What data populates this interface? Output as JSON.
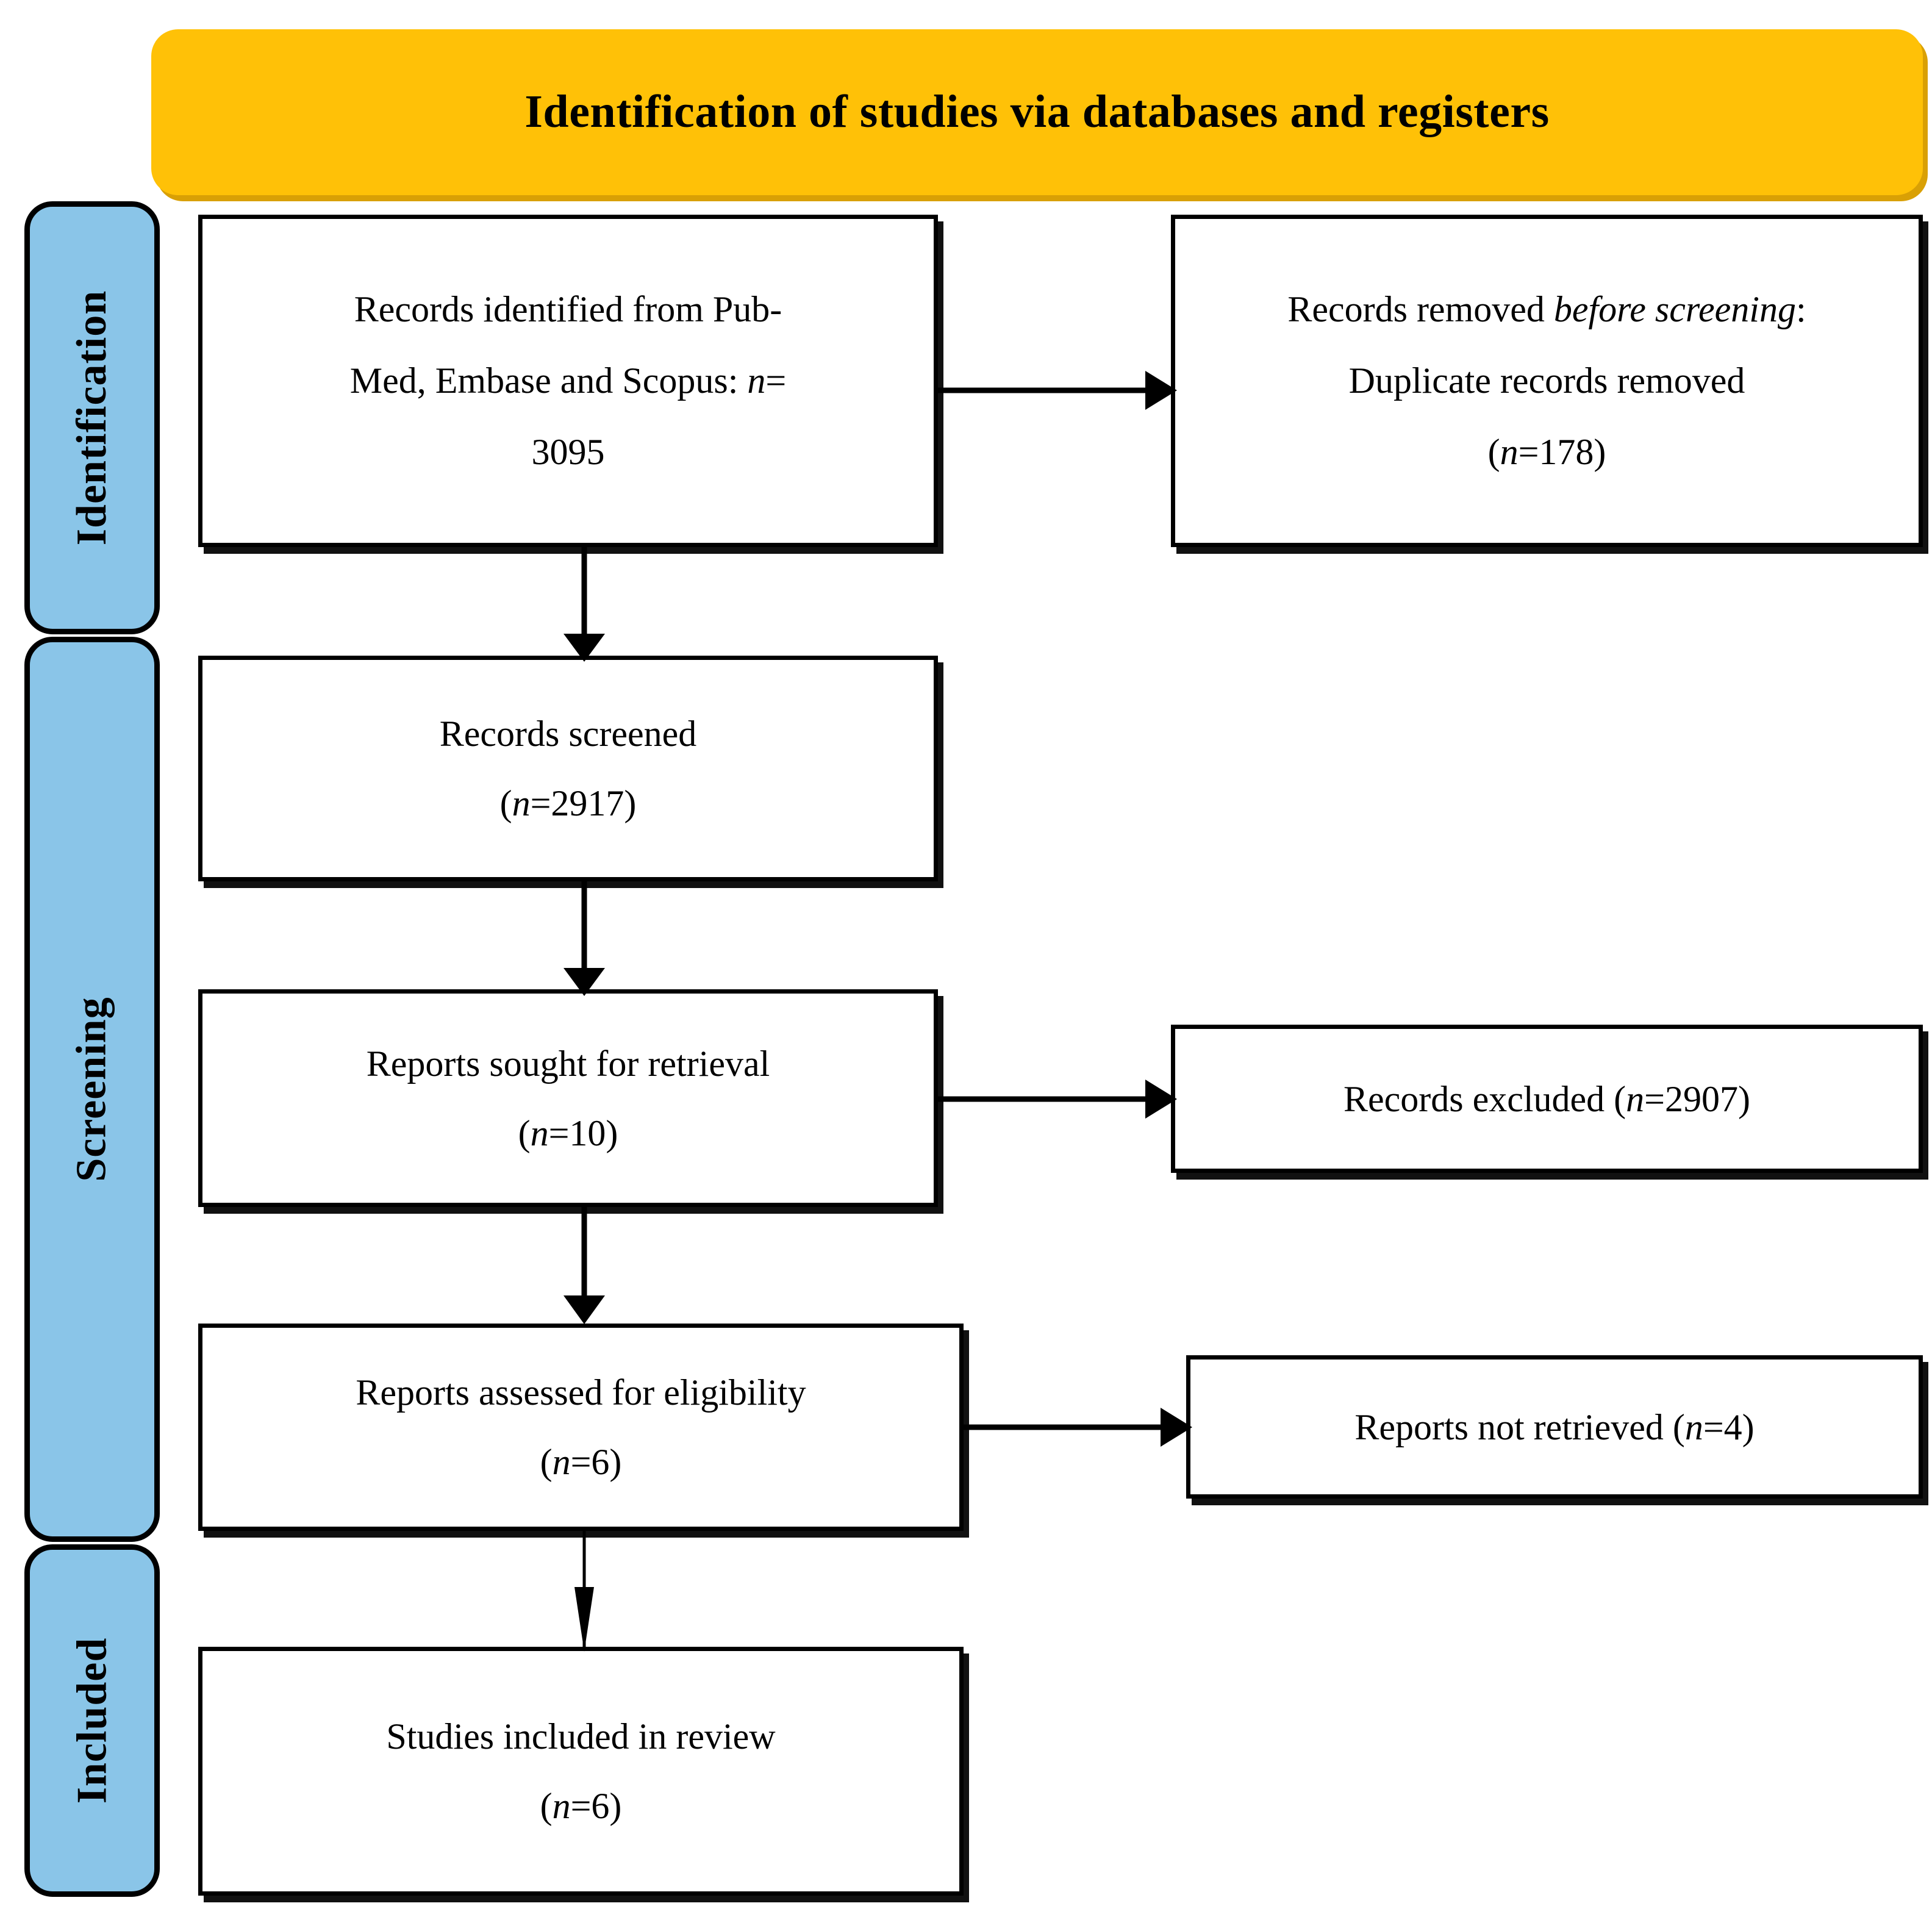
{
  "diagram": {
    "type": "PRISMA flow diagram",
    "banner_title": "Identification of studies via databases and registers",
    "colors": {
      "banner": "#FFC107",
      "banner_shadow": "#D9A005",
      "stage_pill": "#8AC5E8",
      "outline": "#000000",
      "box_background": "#FFFFFF"
    },
    "stages": [
      {
        "id": "identification",
        "label": "Identification"
      },
      {
        "id": "screening",
        "label": "Screening"
      },
      {
        "id": "included",
        "label": "Included"
      }
    ],
    "boxes": {
      "records_identified": {
        "line1_pre": "Records identified from Pub-",
        "line2_pre": "Med, Embase and Scopus: ",
        "line2_italic": "n",
        "line2_post": "=",
        "line3": "3095"
      },
      "records_removed": {
        "line1_pre": "Records removed ",
        "line1_italic": "before screening",
        "line1_post": ":",
        "line2": "Duplicate records removed",
        "line3_pre": "(",
        "line3_italic": "n",
        "line3_post": "=178)"
      },
      "records_screened": {
        "line1": "Records screened",
        "line2_pre": "(",
        "line2_italic": "n",
        "line2_post": "=2917)"
      },
      "reports_sought": {
        "line1": "Reports sought for retrieval",
        "line2_pre": "(",
        "line2_italic": "n",
        "line2_post": "=10)"
      },
      "records_excluded": {
        "line1_pre": "Records excluded (",
        "line1_italic": "n",
        "line1_post": "=2907)"
      },
      "reports_assessed": {
        "line1": "Reports assessed for eligibility",
        "line2_pre": "(",
        "line2_italic": "n",
        "line2_post": "=6)"
      },
      "reports_not_retrieved": {
        "line1_pre": "Reports not retrieved (",
        "line1_italic": "n",
        "line1_post": "=4)"
      },
      "studies_included": {
        "line1": "Studies included in review",
        "line2_pre": "(",
        "line2_italic": "n",
        "line2_post": "=6)"
      }
    },
    "counts": {
      "records_identified": 3095,
      "duplicates_removed": 178,
      "records_screened": 2917,
      "records_excluded": 2907,
      "reports_sought": 10,
      "reports_not_retrieved": 4,
      "reports_assessed": 6,
      "studies_included": 6
    }
  }
}
